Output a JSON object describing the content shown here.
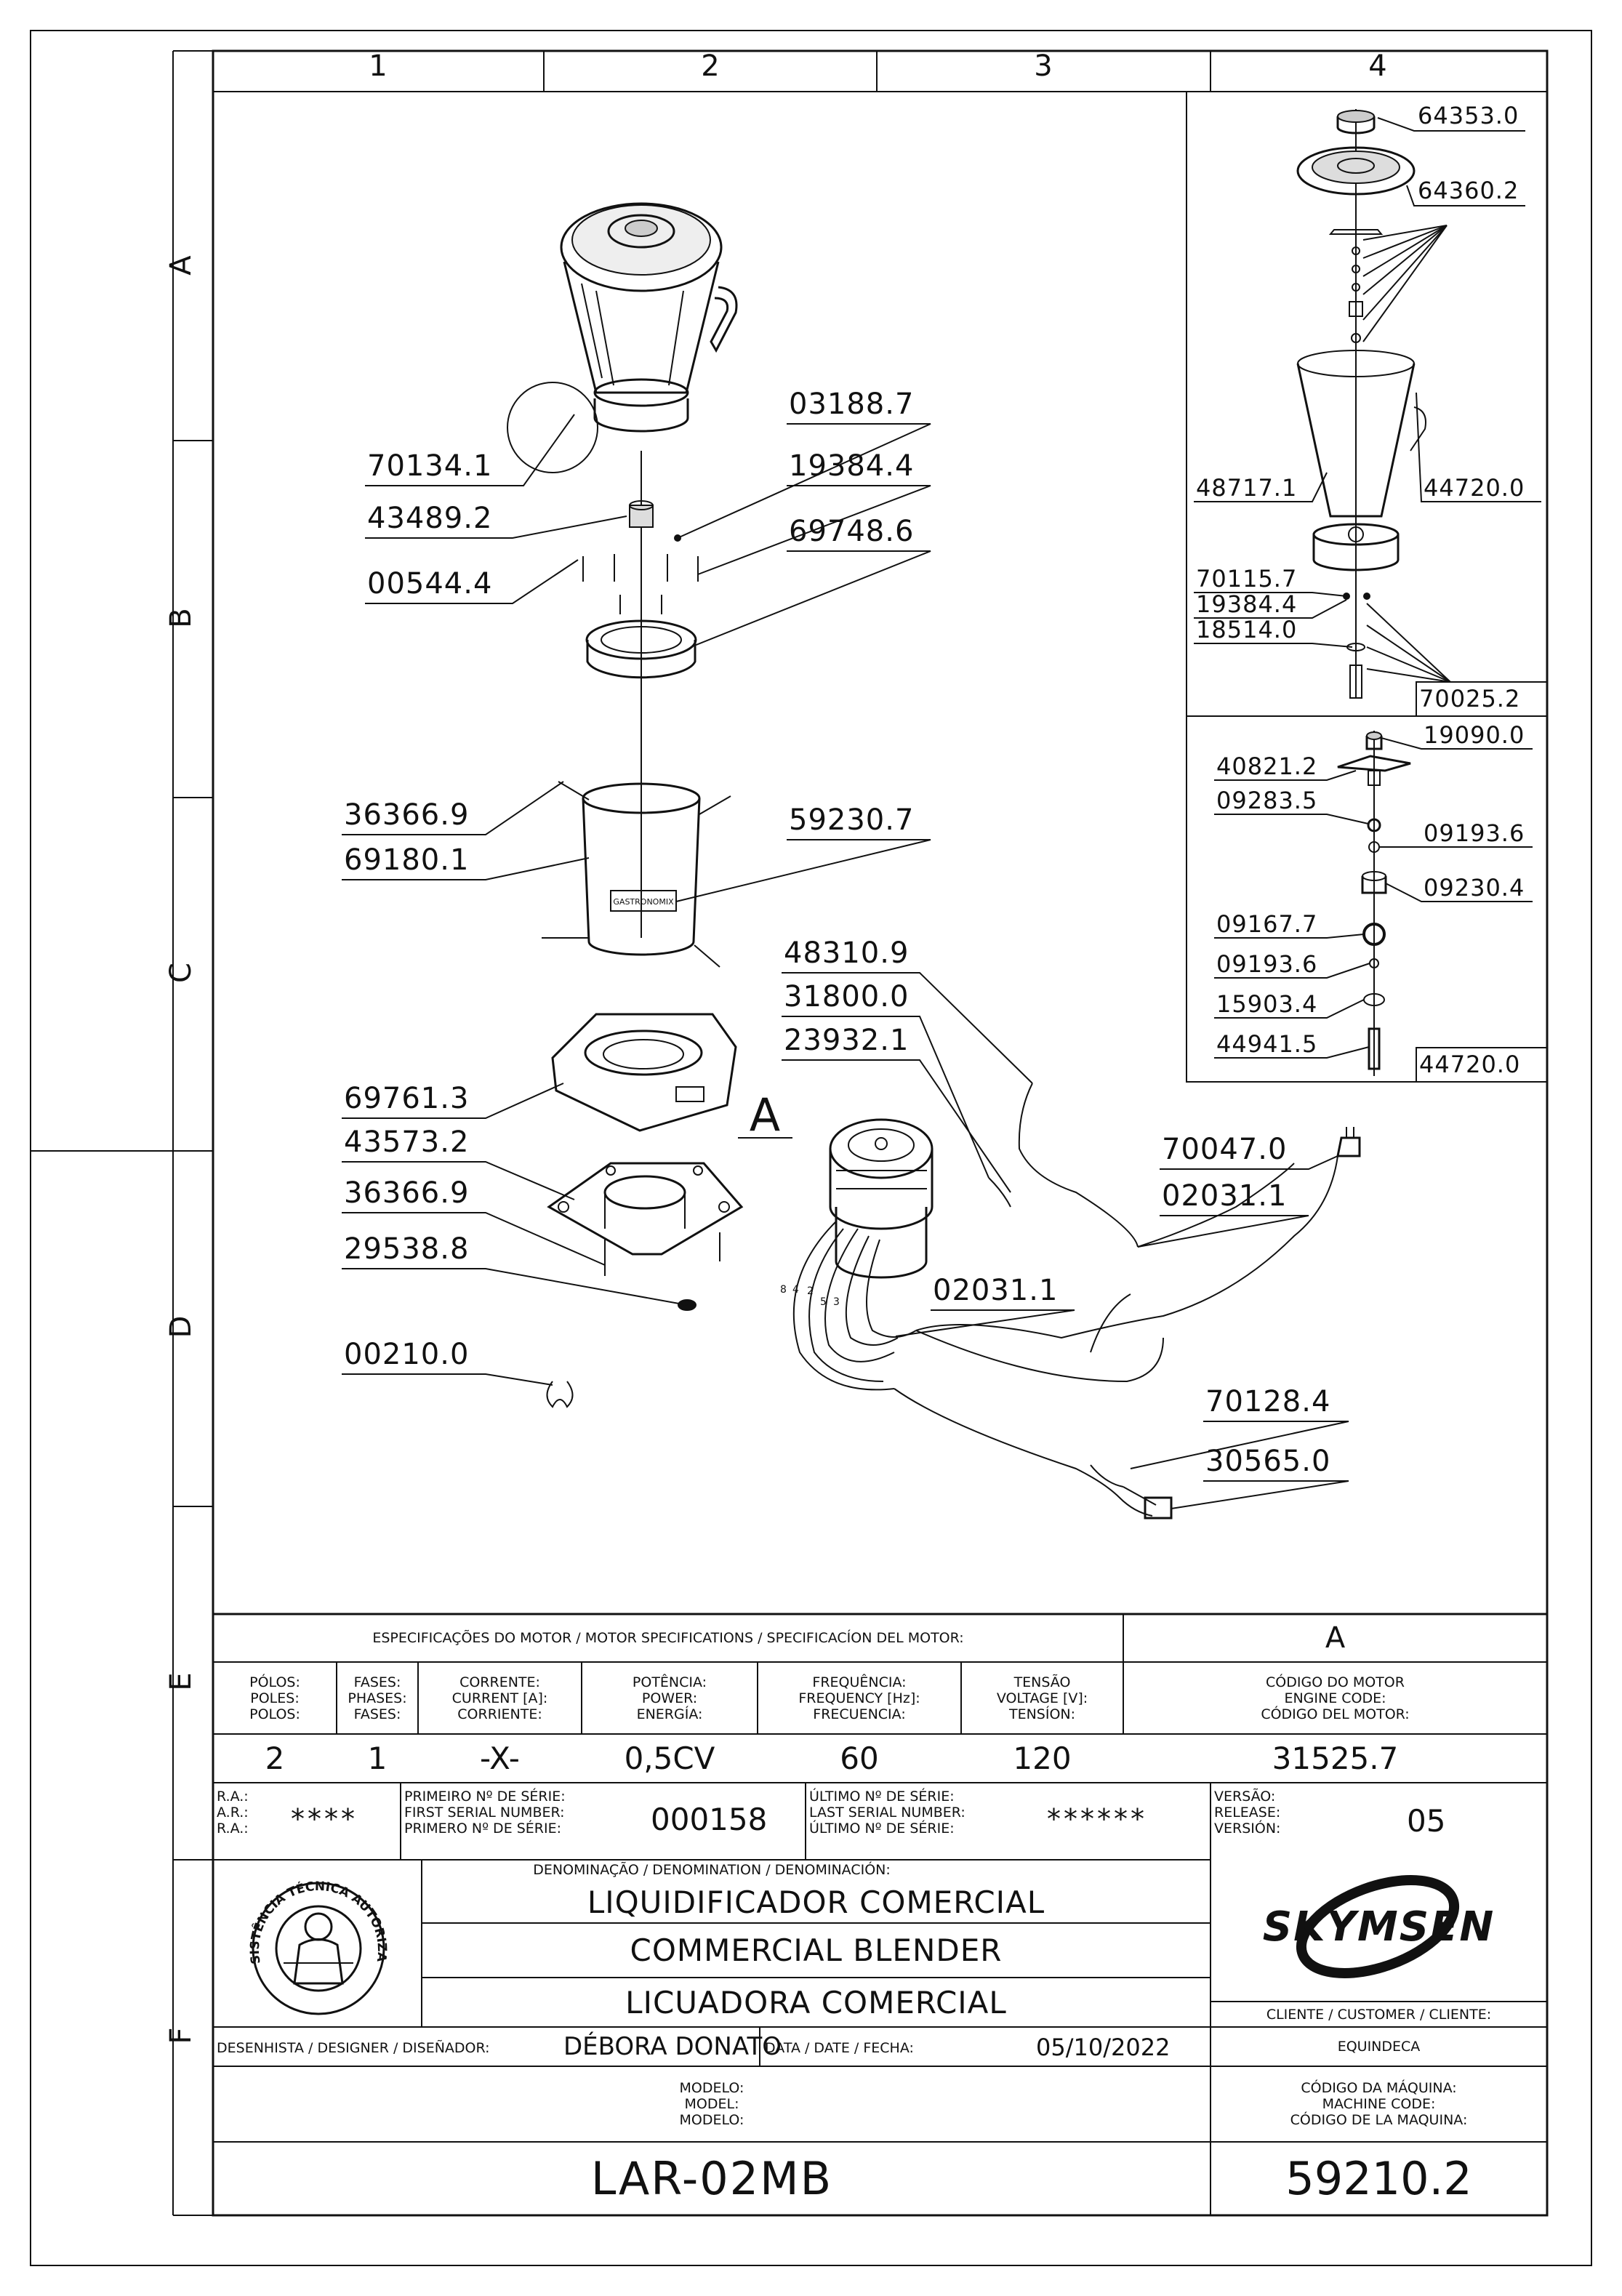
{
  "grid": {
    "columns": [
      "1",
      "2",
      "3",
      "4"
    ],
    "rows": [
      "A",
      "B",
      "C",
      "D",
      "E",
      "F"
    ]
  },
  "view_letter": "A",
  "main_labels": [
    "70134.1",
    "43489.2",
    "00544.4",
    "03188.7",
    "19384.4",
    "69748.6",
    "36366.9",
    "69180.1",
    "59230.7",
    "48310.9",
    "31800.0",
    "23932.1",
    "69761.3",
    "43573.2",
    "36366.9",
    "29538.8",
    "00210.0",
    "70047.0",
    "02031.1",
    "02031.1",
    "70128.4",
    "30565.0"
  ],
  "detail_top_labels": [
    "64353.0",
    "64360.2",
    "48717.1",
    "44720.0",
    "70115.7",
    "19384.4",
    "18514.0",
    "70025.2"
  ],
  "detail_bottom_labels": [
    "19090.0",
    "40821.2",
    "09283.5",
    "09193.6",
    "09230.4",
    "09167.7",
    "09193.6",
    "15903.4",
    "44941.5",
    "44720.0"
  ],
  "jar_brand": "GASTRONOMIX",
  "motor_wire_numbers": [
    "8",
    "4",
    "2",
    "5",
    "3"
  ],
  "title_block": {
    "motor_spec_title": "ESPECIFICAÇÕES DO MOTOR / MOTOR SPECIFICATIONS / SPECIFICACÍON DEL MOTOR:",
    "version_letter": "A",
    "columns": [
      {
        "pt": "PÓLOS:",
        "en": "POLES:",
        "es": "POLOS:",
        "value": "2"
      },
      {
        "pt": "FASES:",
        "en": "PHASES:",
        "es": "FASES:",
        "value": "1"
      },
      {
        "pt": "CORRENTE:",
        "en": "CURRENT [A]:",
        "es": "CORRIENTE:",
        "value": "-X-"
      },
      {
        "pt": "POTÊNCIA:",
        "en": "POWER:",
        "es": "ENERGÍA:",
        "value": "0,5CV"
      },
      {
        "pt": "FREQUÊNCIA:",
        "en": "FREQUENCY [Hz]:",
        "es": "FRECUENCIA:",
        "value": "60"
      },
      {
        "pt": "TENSÃO",
        "en": "VOLTAGE [V]:",
        "es": "TENSÍON:",
        "value": "120"
      }
    ],
    "engine_code": {
      "pt": "CÓDIGO DO MOTOR",
      "en": "ENGINE CODE:",
      "es": "CÓDIGO DEL MOTOR:",
      "value": "31525.7"
    },
    "ra": {
      "pt": "R.A.:",
      "en": "A.R.:",
      "es": "R.A.:",
      "value": "****"
    },
    "first_serial": {
      "pt": "PRIMEIRO Nº DE SÉRIE:",
      "en": "FIRST SERIAL NUMBER:",
      "es": "PRIMERO Nº DE SÉRIE:",
      "value": "000158"
    },
    "last_serial": {
      "pt": "ÚLTIMO Nº DE SÉRIE:",
      "en": "LAST SERIAL NUMBER:",
      "es": "ÚLTIMO Nº DE SÉRIE:",
      "value": "******"
    },
    "release": {
      "pt": "VERSÃO:",
      "en": "RELEASE:",
      "es": "VERSIÓN:",
      "value": "05"
    },
    "denomination_label": "DENOMINAÇÃO / DENOMINATION / DENOMINACIÓN:",
    "names": [
      "LIQUIDIFICADOR COMERCIAL",
      "COMMERCIAL BLENDER",
      "LICUADORA COMERCIAL"
    ],
    "logo_ring_text": "ASSISTÊNCIA TÉCNICA AUTORIZADA",
    "brand": "SKYMSEN",
    "client_label": "CLIENTE / CUSTOMER / CLIENTE:",
    "client_value": "EQUINDECA",
    "designer_label": "DESENHISTA / DESIGNER / DISEÑADOR:",
    "designer_value": "DÉBORA DONATO",
    "date_label": "DATA / DATE / FECHA:",
    "date_value": "05/10/2022",
    "model_labels": [
      "MODELO:",
      "MODEL:",
      "MODELO:"
    ],
    "machine_code_labels": [
      "CÓDIGO DA MÁQUINA:",
      "MACHINE CODE:",
      "CÓDIGO DE LA MAQUINA:"
    ],
    "model_value": "LAR-02MB",
    "machine_code_value": "59210.2"
  }
}
